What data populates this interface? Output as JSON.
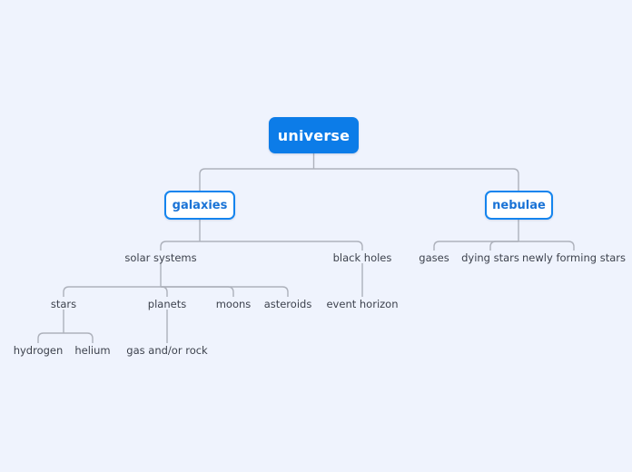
{
  "diagram": {
    "title": "universe",
    "background_color": "#eff3fd",
    "accent_color": "#0c7ce8",
    "branch_border_color": "#1484ee",
    "branch_text_color": "#1a73d6",
    "leaf_text_color": "#3d424d",
    "connector_color": "#adb1bb",
    "nodes": {
      "root": {
        "label": "universe"
      },
      "galaxies": {
        "label": "galaxies"
      },
      "nebulae": {
        "label": "nebulae"
      },
      "solar_systems": {
        "label": "solar systems"
      },
      "black_holes": {
        "label": "black holes"
      },
      "gases": {
        "label": "gases"
      },
      "dying_stars": {
        "label": "dying stars"
      },
      "newly_forming_stars": {
        "label": "newly forming stars"
      },
      "stars": {
        "label": "stars"
      },
      "planets": {
        "label": "planets"
      },
      "moons": {
        "label": "moons"
      },
      "asteroids": {
        "label": "asteroids"
      },
      "event_horizon": {
        "label": "event horizon"
      },
      "hydrogen": {
        "label": "hydrogen"
      },
      "helium": {
        "label": "helium"
      },
      "gas_and_or_rock": {
        "label": "gas and/or rock"
      }
    }
  }
}
